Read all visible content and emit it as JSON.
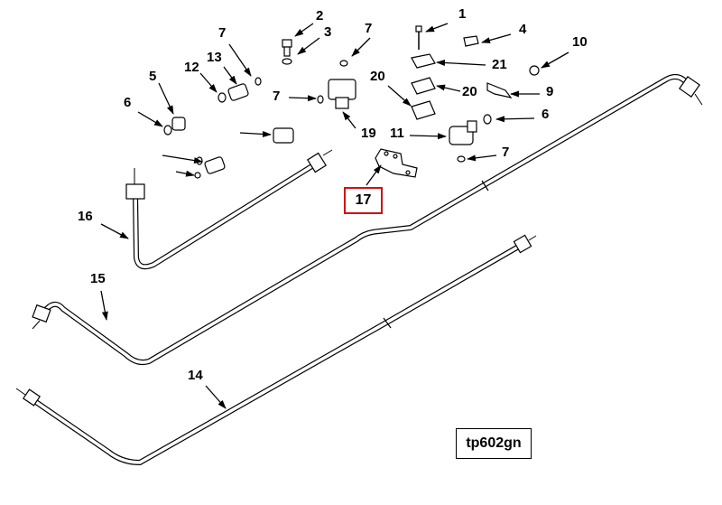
{
  "figure_code": "tp602gn",
  "highlighted_callout": "17",
  "highlight_color": "#d01010",
  "callouts": [
    {
      "id": "c1",
      "text": "1"
    },
    {
      "id": "c2",
      "text": "2"
    },
    {
      "id": "c3",
      "text": "3"
    },
    {
      "id": "c4",
      "text": "4"
    },
    {
      "id": "c5",
      "text": "5"
    },
    {
      "id": "c6a",
      "text": "6"
    },
    {
      "id": "c6b",
      "text": "6"
    },
    {
      "id": "c7a",
      "text": "7"
    },
    {
      "id": "c7b",
      "text": "7"
    },
    {
      "id": "c7c",
      "text": "7"
    },
    {
      "id": "c7d",
      "text": "7"
    },
    {
      "id": "c9",
      "text": "9"
    },
    {
      "id": "c10",
      "text": "10"
    },
    {
      "id": "c11",
      "text": "11"
    },
    {
      "id": "c12",
      "text": "12"
    },
    {
      "id": "c13",
      "text": "13"
    },
    {
      "id": "c14",
      "text": "14"
    },
    {
      "id": "c15",
      "text": "15"
    },
    {
      "id": "c16",
      "text": "16"
    },
    {
      "id": "c19",
      "text": "19"
    },
    {
      "id": "c20a",
      "text": "20"
    },
    {
      "id": "c20b",
      "text": "20"
    },
    {
      "id": "c21",
      "text": "21"
    }
  ]
}
